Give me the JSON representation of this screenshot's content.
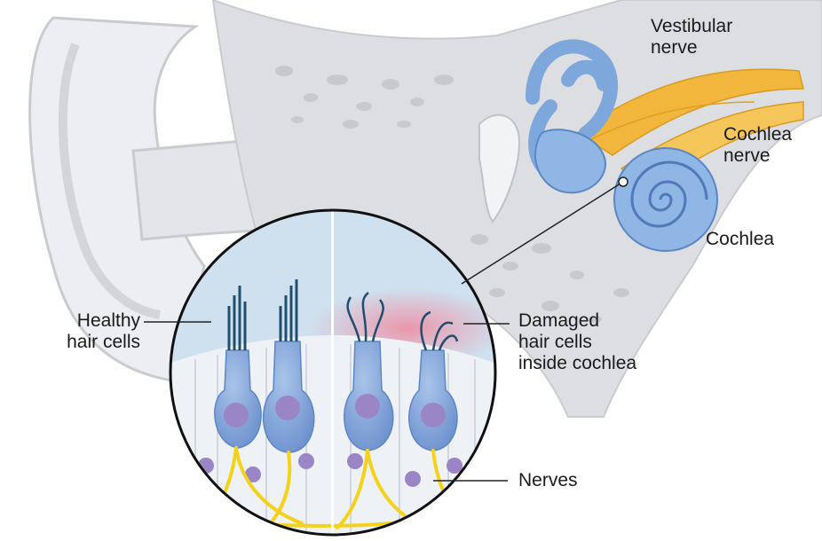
{
  "labels": {
    "vestibular_nerve": [
      "Vestibular",
      "nerve"
    ],
    "cochlea_nerve": [
      "Cochlea",
      "nerve"
    ],
    "cochlea": "Cochlea",
    "healthy": [
      "Healthy",
      "hair cells"
    ],
    "damaged": [
      "Damaged",
      "hair cells",
      "inside cochlea"
    ],
    "nerves": "Nerves"
  },
  "colors": {
    "ear_outline": "#c9cbcf",
    "ear_fill": "#eceef1",
    "bone_fill": "#dcdee2",
    "inner_ear_blue": "#8fb6e4",
    "inner_ear_dark": "#5c86c4",
    "nerve_yellow": "#f2b63c",
    "hair_cell_blue": "#8eaee0",
    "stereocilia": "#1f4e6e",
    "nucleus_purple": "#9a86c7",
    "nerve_fiber_yellow": "#f5d21a",
    "damage_pink": "#f2a6b4",
    "fluid_blue": "#cfe0ee",
    "leader_line": "#222222"
  }
}
